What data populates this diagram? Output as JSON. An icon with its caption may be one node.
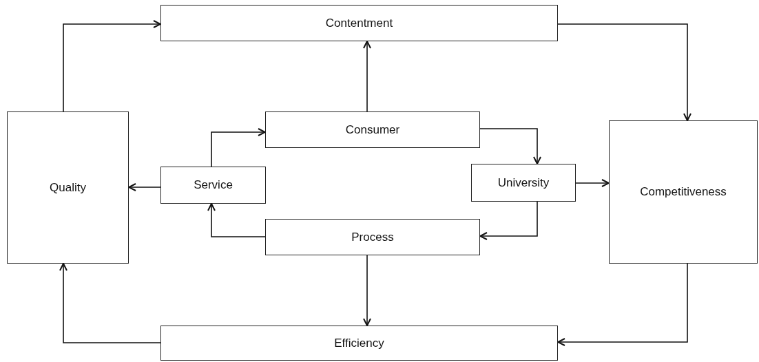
{
  "diagram": {
    "nodes": [
      {
        "text": [
          "Contentment"
        ]
      },
      {
        "text": [
          "Quality"
        ]
      },
      {
        "text": [
          "Consumer"
        ]
      },
      {
        "text": [
          "Service"
        ]
      },
      {
        "text": [
          "University"
        ]
      },
      {
        "text": [
          "Competitiveness"
        ]
      },
      {
        "text": [
          "Process"
        ]
      },
      {
        "text": [
          "Efficiency"
        ]
      }
    ],
    "edges": [
      {
        "from": 1,
        "to": 0,
        "arrow": "to"
      },
      {
        "from": 0,
        "to": 5,
        "arrow": "to"
      },
      {
        "from": 2,
        "to": 0,
        "arrow": "to"
      },
      {
        "from": 3,
        "to": 2,
        "arrow": "to"
      },
      {
        "from": 3,
        "to": 1,
        "arrow": "to"
      },
      {
        "from": 6,
        "to": 3,
        "arrow": "to"
      },
      {
        "from": 2,
        "to": 4,
        "arrow": "to"
      },
      {
        "from": 4,
        "to": 5,
        "arrow": "to"
      },
      {
        "from": 4,
        "to": 6,
        "arrow": "to"
      },
      {
        "from": 6,
        "to": 7,
        "arrow": "to"
      },
      {
        "from": 5,
        "to": 7,
        "arrow": "to"
      },
      {
        "from": 7,
        "to": 1,
        "arrow": "to"
      }
    ]
  }
}
